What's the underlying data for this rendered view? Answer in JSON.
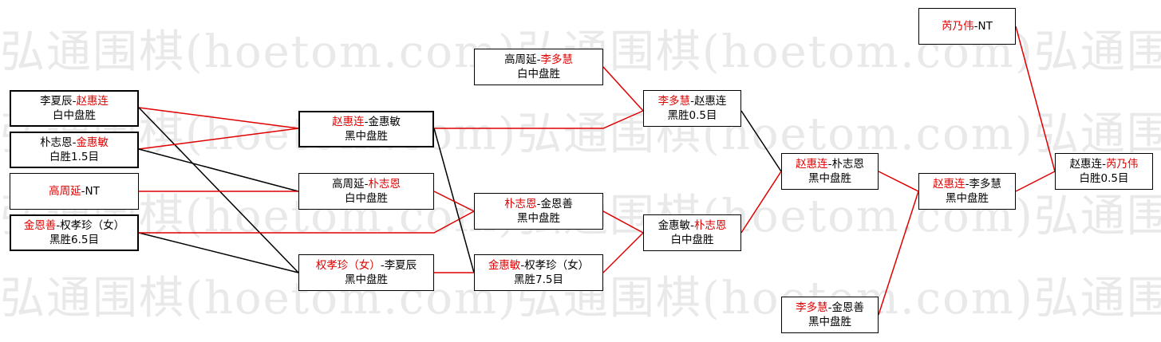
{
  "watermark": "弘通围棋(hoetom.com)弘通围棋(hoetom.com)弘通围棋(hoetom.com)",
  "colors": {
    "winner": "#e00000",
    "loser": "#000000",
    "line_red": "#e00000",
    "line_black": "#000000"
  },
  "matches": [
    {
      "id": "r1_1",
      "p1": "李夏辰",
      "sep": "-",
      "p2": "赵惠连",
      "winner": 2,
      "result": "白中盘胜"
    },
    {
      "id": "r1_2",
      "p1": "朴志恩",
      "sep": "-",
      "p2": "金惠敏",
      "winner": 2,
      "result": "白胜1.5目"
    },
    {
      "id": "r1_3",
      "p1": "高周延",
      "sep": "-",
      "p2": "NT",
      "winner": 1,
      "result": ""
    },
    {
      "id": "r1_4",
      "p1": "金恩善",
      "sep": "-",
      "p2": "权孝珍（女）",
      "winner": 1,
      "result": "黑胜6.5目"
    },
    {
      "id": "r2_1",
      "p1": "赵惠连",
      "sep": "-",
      "p2": "金惠敏",
      "winner": 1,
      "result": "黑中盘胜"
    },
    {
      "id": "r2_2",
      "p1": "高周延",
      "sep": "-",
      "p2": "朴志恩",
      "winner": 2,
      "result": "白中盘胜"
    },
    {
      "id": "r2_3",
      "p1": "权孝珍（女）",
      "sep": "-",
      "p2": "李夏辰",
      "winner": 1,
      "result": "黑中盘胜"
    },
    {
      "id": "r3_0",
      "p1": "高周延",
      "sep": "-",
      "p2": "李多慧",
      "winner": 2,
      "result": "白中盘胜"
    },
    {
      "id": "r3_1",
      "p1": "朴志恩",
      "sep": "-",
      "p2": "金恩善",
      "winner": 1,
      "result": "黑中盘胜"
    },
    {
      "id": "r3_2",
      "p1": "金惠敏",
      "sep": "-",
      "p2": "权孝珍（女）",
      "winner": 1,
      "result": "黑胜7.5目"
    },
    {
      "id": "r4_1",
      "p1": "李多慧",
      "sep": "-",
      "p2": "赵惠连",
      "winner": 1,
      "result": "黑胜0.5目"
    },
    {
      "id": "r4_2",
      "p1": "金惠敏",
      "sep": "-",
      "p2": "朴志恩",
      "winner": 2,
      "result": "白中盘胜"
    },
    {
      "id": "r5_1",
      "p1": "赵惠连",
      "sep": "-",
      "p2": "朴志恩",
      "winner": 1,
      "result": "黑中盘胜"
    },
    {
      "id": "r5_2",
      "p1": "李多慧",
      "sep": "-",
      "p2": "金恩善",
      "winner": 1,
      "result": "黑中盘胜"
    },
    {
      "id": "r6_1",
      "p1": "赵惠连",
      "sep": "-",
      "p2": "李多慧",
      "winner": 1,
      "result": "黑中盘胜"
    },
    {
      "id": "r7_0",
      "p1": "芮乃伟",
      "sep": "-",
      "p2": "NT",
      "winner": 1,
      "result": ""
    },
    {
      "id": "r7_1",
      "p1": "赵惠连",
      "sep": "-",
      "p2": "芮乃伟",
      "winner": 2,
      "result": "白胜0.5目"
    }
  ]
}
